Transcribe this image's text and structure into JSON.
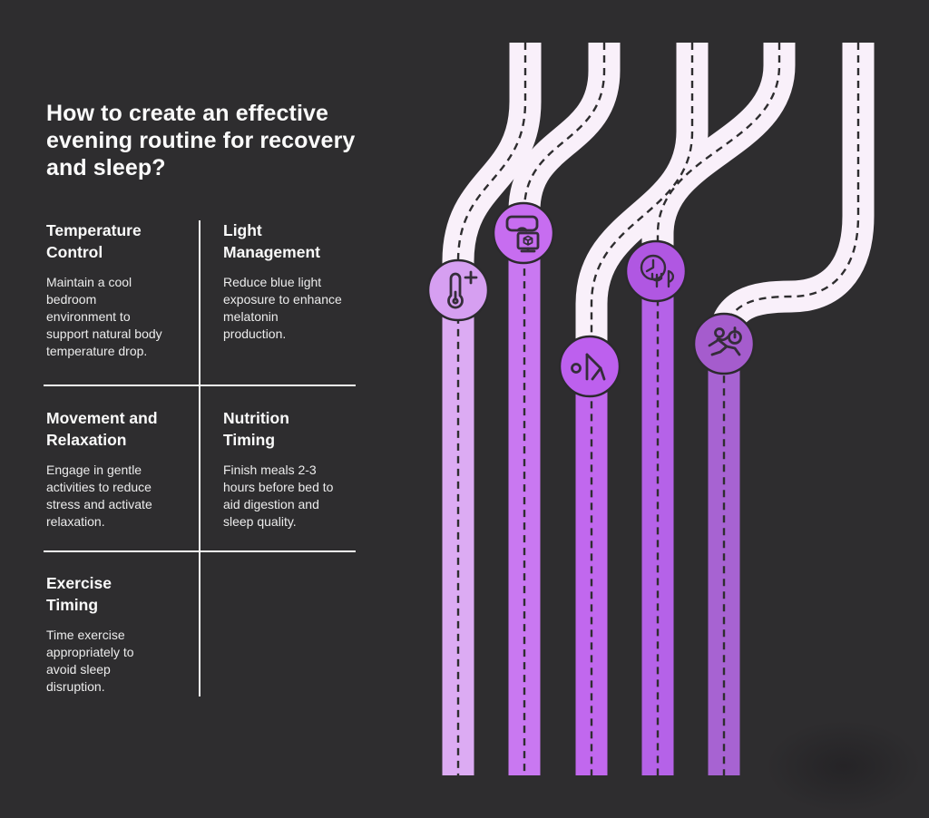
{
  "title": "How to create an effective\nevening routine for recovery\nand sleep?",
  "sections": [
    {
      "heading": "Temperature\nControl",
      "body": "Maintain a cool\nbedroom\nenvironment to\nsupport natural body\ntemperature drop."
    },
    {
      "heading": "Light\nManagement",
      "body": "Reduce blue light\nexposure to enhance\nmelatonin\nproduction."
    },
    {
      "heading": "Movement and\nRelaxation",
      "body": "Engage in gentle\nactivities to reduce\nstress and activate\nrelaxation."
    },
    {
      "heading": "Nutrition\nTiming",
      "body": "Finish meals 2-3\nhours before bed to\naid digestion and\nsleep quality."
    },
    {
      "heading": "Exercise\nTiming",
      "body": "Time exercise\nappropriately to\navoid sleep\ndisruption."
    }
  ],
  "routes": [
    {
      "name": "temperature-control",
      "icon": "thermometer-plus-icon",
      "badge_color": "#d69ff1",
      "road_color": "#dcabf3"
    },
    {
      "name": "light-management",
      "icon": "vr-headset-icon",
      "badge_color": "#c76df0",
      "road_color": "#c978f1"
    },
    {
      "name": "movement-relaxation",
      "icon": "stretching-person-icon",
      "badge_color": "#bd60ee",
      "road_color": "#c168ee"
    },
    {
      "name": "nutrition-timing",
      "icon": "clock-fork-knife-icon",
      "badge_color": "#b057e2",
      "road_color": "#b562e8"
    },
    {
      "name": "exercise-timing",
      "icon": "runner-stopwatch-icon",
      "badge_color": "#a55ccd",
      "road_color": "#a763d2"
    }
  ],
  "colors": {
    "background": "#2e2d2f",
    "road_white": "#f9f0fa",
    "dash": "#2e2d2f",
    "badge_outline": "#2b2a2d",
    "icon_stroke": "#352d3a",
    "divider": "#f4f4f4",
    "title_text": "#fbfbfb",
    "heading_text": "#fafafa",
    "body_text": "#ececec"
  }
}
